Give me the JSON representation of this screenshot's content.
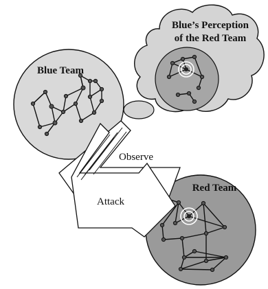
{
  "labels": {
    "blue_team": "Blue Team",
    "red_team": "Red Team",
    "perception_line1": "Blue’s Perception",
    "perception_line2": "of the Red Team",
    "observe": "Observe",
    "attack": "Attack"
  },
  "colors": {
    "blue_circle": "#d9d9d9",
    "red_circle": "#9a9a9a",
    "cloud": "#d4d4d4",
    "perception_circle": "#a6a6a6",
    "arrow_fill": "#ffffff",
    "outline": "#111111"
  }
}
